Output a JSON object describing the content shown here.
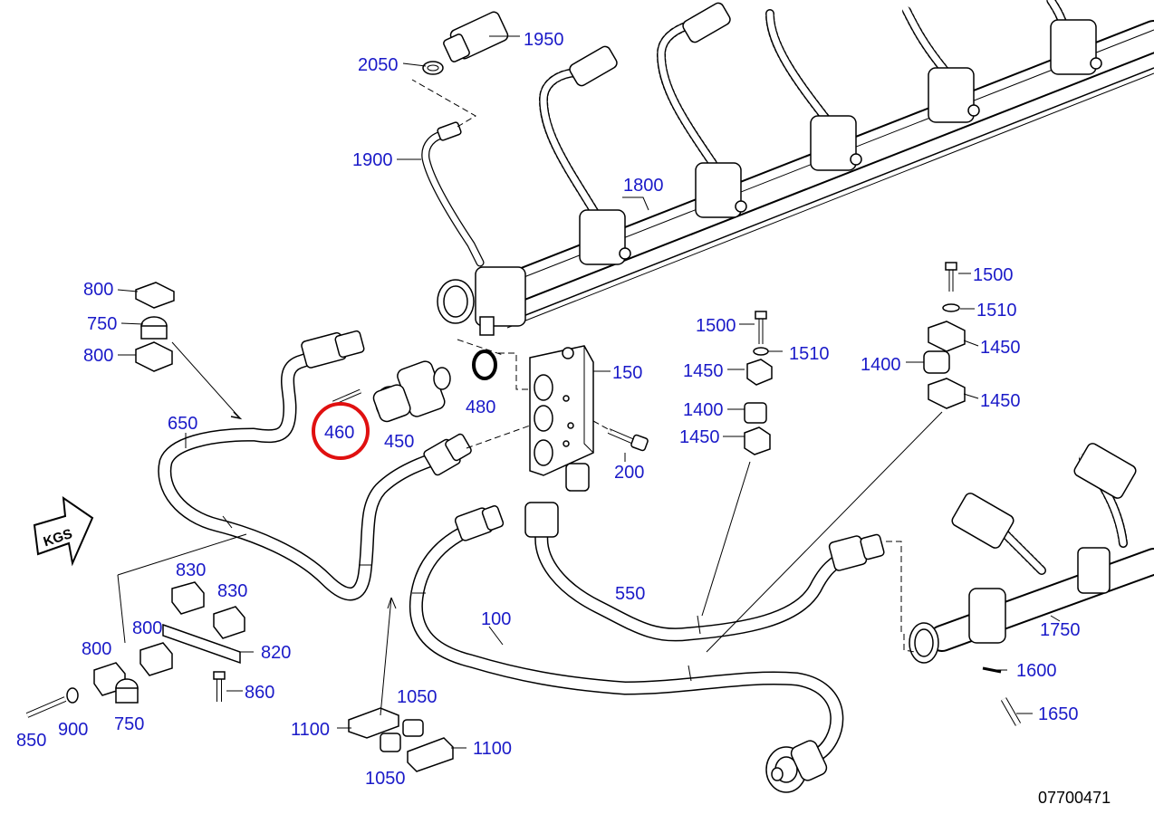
{
  "diagram": {
    "drawing_number": "07700471",
    "direction_arrow_text": "KGS",
    "highlight_color": "#e01010",
    "label_color": "#1a1ac8",
    "labels": {
      "p1950": "1950",
      "p2050": "2050",
      "p1900": "1900",
      "p1800": "1800",
      "p800a": "800",
      "p750a": "750",
      "p800b": "800",
      "p650": "650",
      "p460": "460",
      "p450": "450",
      "p480": "480",
      "p150": "150",
      "p200": "200",
      "p1500a": "1500",
      "p1510a": "1510",
      "p1450a": "1450",
      "p1400a": "1400",
      "p1450b": "1450",
      "p1500b": "1500",
      "p1510b": "1510",
      "p1400b": "1400",
      "p1450c": "1450",
      "p1450d": "1450",
      "p550": "550",
      "p100": "100",
      "p1750": "1750",
      "p1600": "1600",
      "p1650": "1650",
      "p830a": "830",
      "p830b": "830",
      "p800c": "800",
      "p800d": "800",
      "p820": "820",
      "p860": "860",
      "p750b": "750",
      "p850": "850",
      "p900": "900",
      "p1050a": "1050",
      "p1100a": "1100",
      "p1100b": "1100",
      "p1050b": "1050"
    }
  }
}
